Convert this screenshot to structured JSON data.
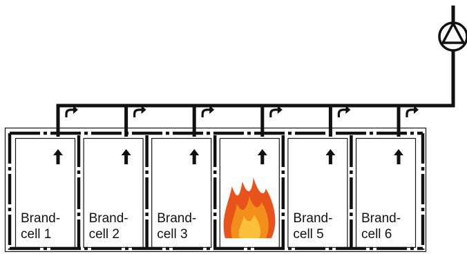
{
  "cells": [
    {
      "line1": "Brand-",
      "line2": "cell 1",
      "fire": false
    },
    {
      "line1": "Brand-",
      "line2": "cell 2",
      "fire": false
    },
    {
      "line1": "Brand-",
      "line2": "cell 3",
      "fire": false
    },
    {
      "line1": "",
      "line2": "",
      "fire": true
    },
    {
      "line1": "Brand-",
      "line2": "cell 5",
      "fire": false
    },
    {
      "line1": "Brand-",
      "line2": "cell 6",
      "fire": false
    }
  ],
  "icons": {
    "fan": "fan-icon",
    "fire": "fire-icon",
    "up_arrow": "arrow-up-icon",
    "damper_arrow": "damper-arrow-icon"
  },
  "colors": {
    "line": "#111111",
    "fire_outer": "#e8531b",
    "fire_mid": "#f28f1c",
    "fire_inner": "#fbbf3a"
  }
}
